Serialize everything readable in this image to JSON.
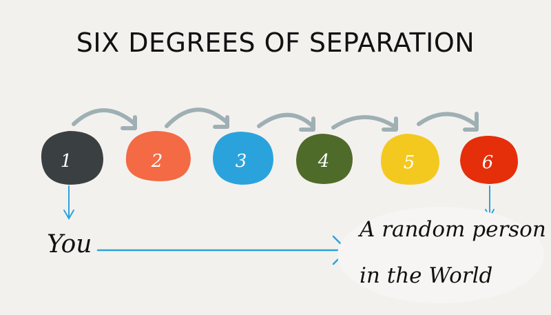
{
  "title": "SIX DEGREES OF SEPARATION",
  "nodes": [
    {
      "label": "1",
      "color": "#3a3f42"
    },
    {
      "label": "2",
      "color": "#f36a45"
    },
    {
      "label": "3",
      "color": "#2aa3dd"
    },
    {
      "label": "4",
      "color": "#4f6b2a"
    },
    {
      "label": "5",
      "color": "#f4c91f"
    },
    {
      "label": "6",
      "color": "#e52e0a"
    }
  ],
  "colors": {
    "background": "#f3f1ee",
    "hop_arrow": "#9fb0b4",
    "link_arrow": "#2aa3dd"
  },
  "start_label": "You",
  "end_label": {
    "line1": "A random person",
    "line2": "in the World"
  }
}
